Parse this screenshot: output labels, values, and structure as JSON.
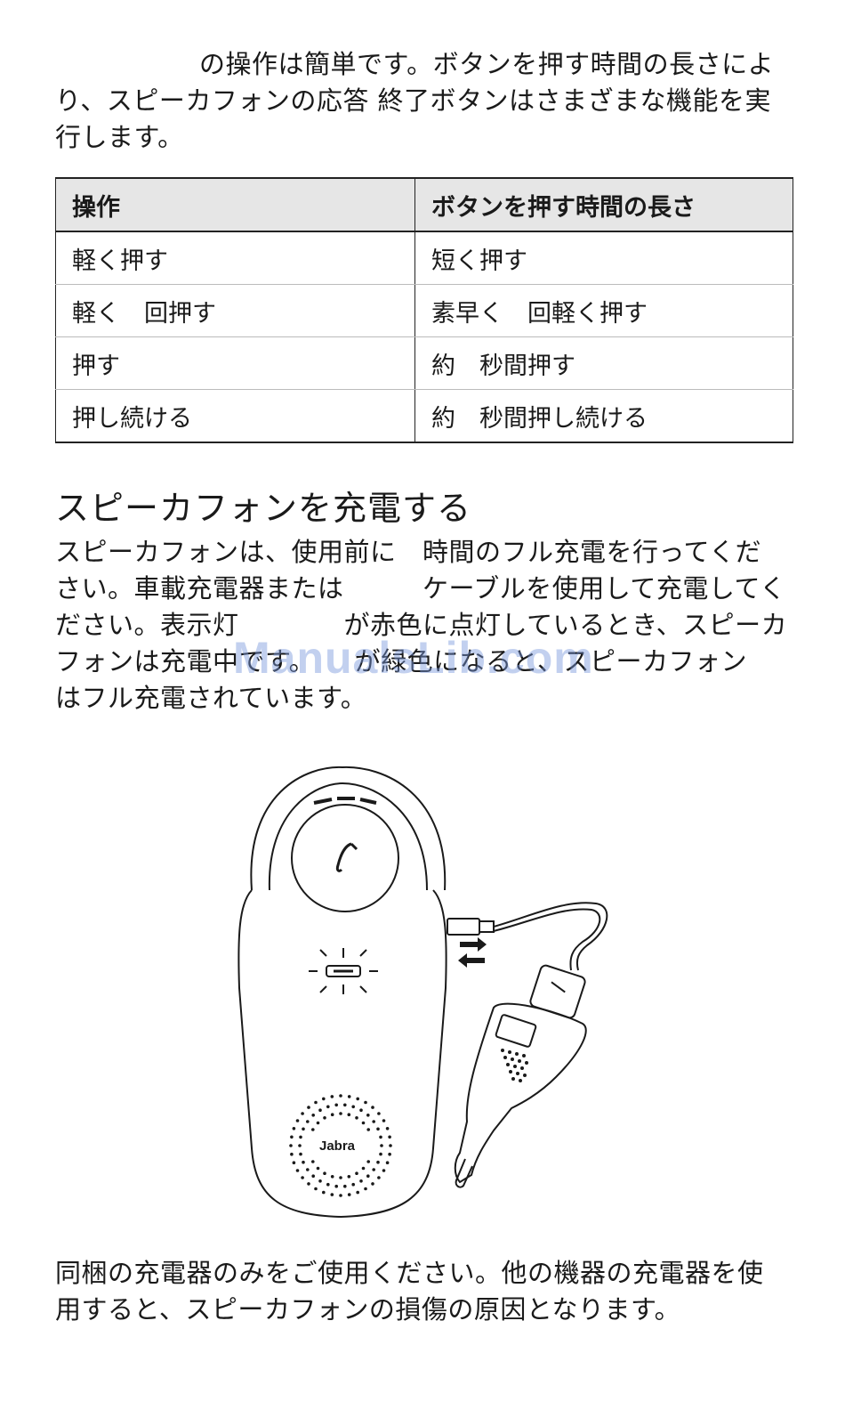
{
  "intro": {
    "line1": "の操作は簡単です。ボタンを押す時間の長さによ",
    "line2": "り、スピーカフォンの応答 終了ボタンはさまざまな機能を実",
    "line3": "行します。"
  },
  "table": {
    "headers": [
      "操作",
      "ボタンを押す時間の長さ"
    ],
    "rows": [
      [
        "軽く押す",
        "短く押す"
      ],
      [
        "軽く　回押す",
        "素早く　回軽く押す"
      ],
      [
        "押す",
        "約　秒間押す"
      ],
      [
        "押し続ける",
        "約　秒間押し続ける"
      ]
    ]
  },
  "section": {
    "title": "スピーカフォンを充電する",
    "lines": [
      "スピーカフォンは、使用前に　時間のフル充電を行ってくだ",
      "さい。車載充電器または　　　ケーブルを使用して充電してく",
      "ださい。表示灯　　　　が赤色に点灯しているとき、スピーカ",
      "フォンは充電中です。　　が緑色になると、スピーカフォン",
      "はフル充電されています。"
    ]
  },
  "watermark": "ManualsLib.com",
  "figure": {
    "brand": "Jabra"
  },
  "footer": {
    "line1": "同梱の充電器のみをご使用ください。他の機器の充電器を使",
    "line2": "用すると、スピーカフォンの損傷の原因となります。"
  }
}
